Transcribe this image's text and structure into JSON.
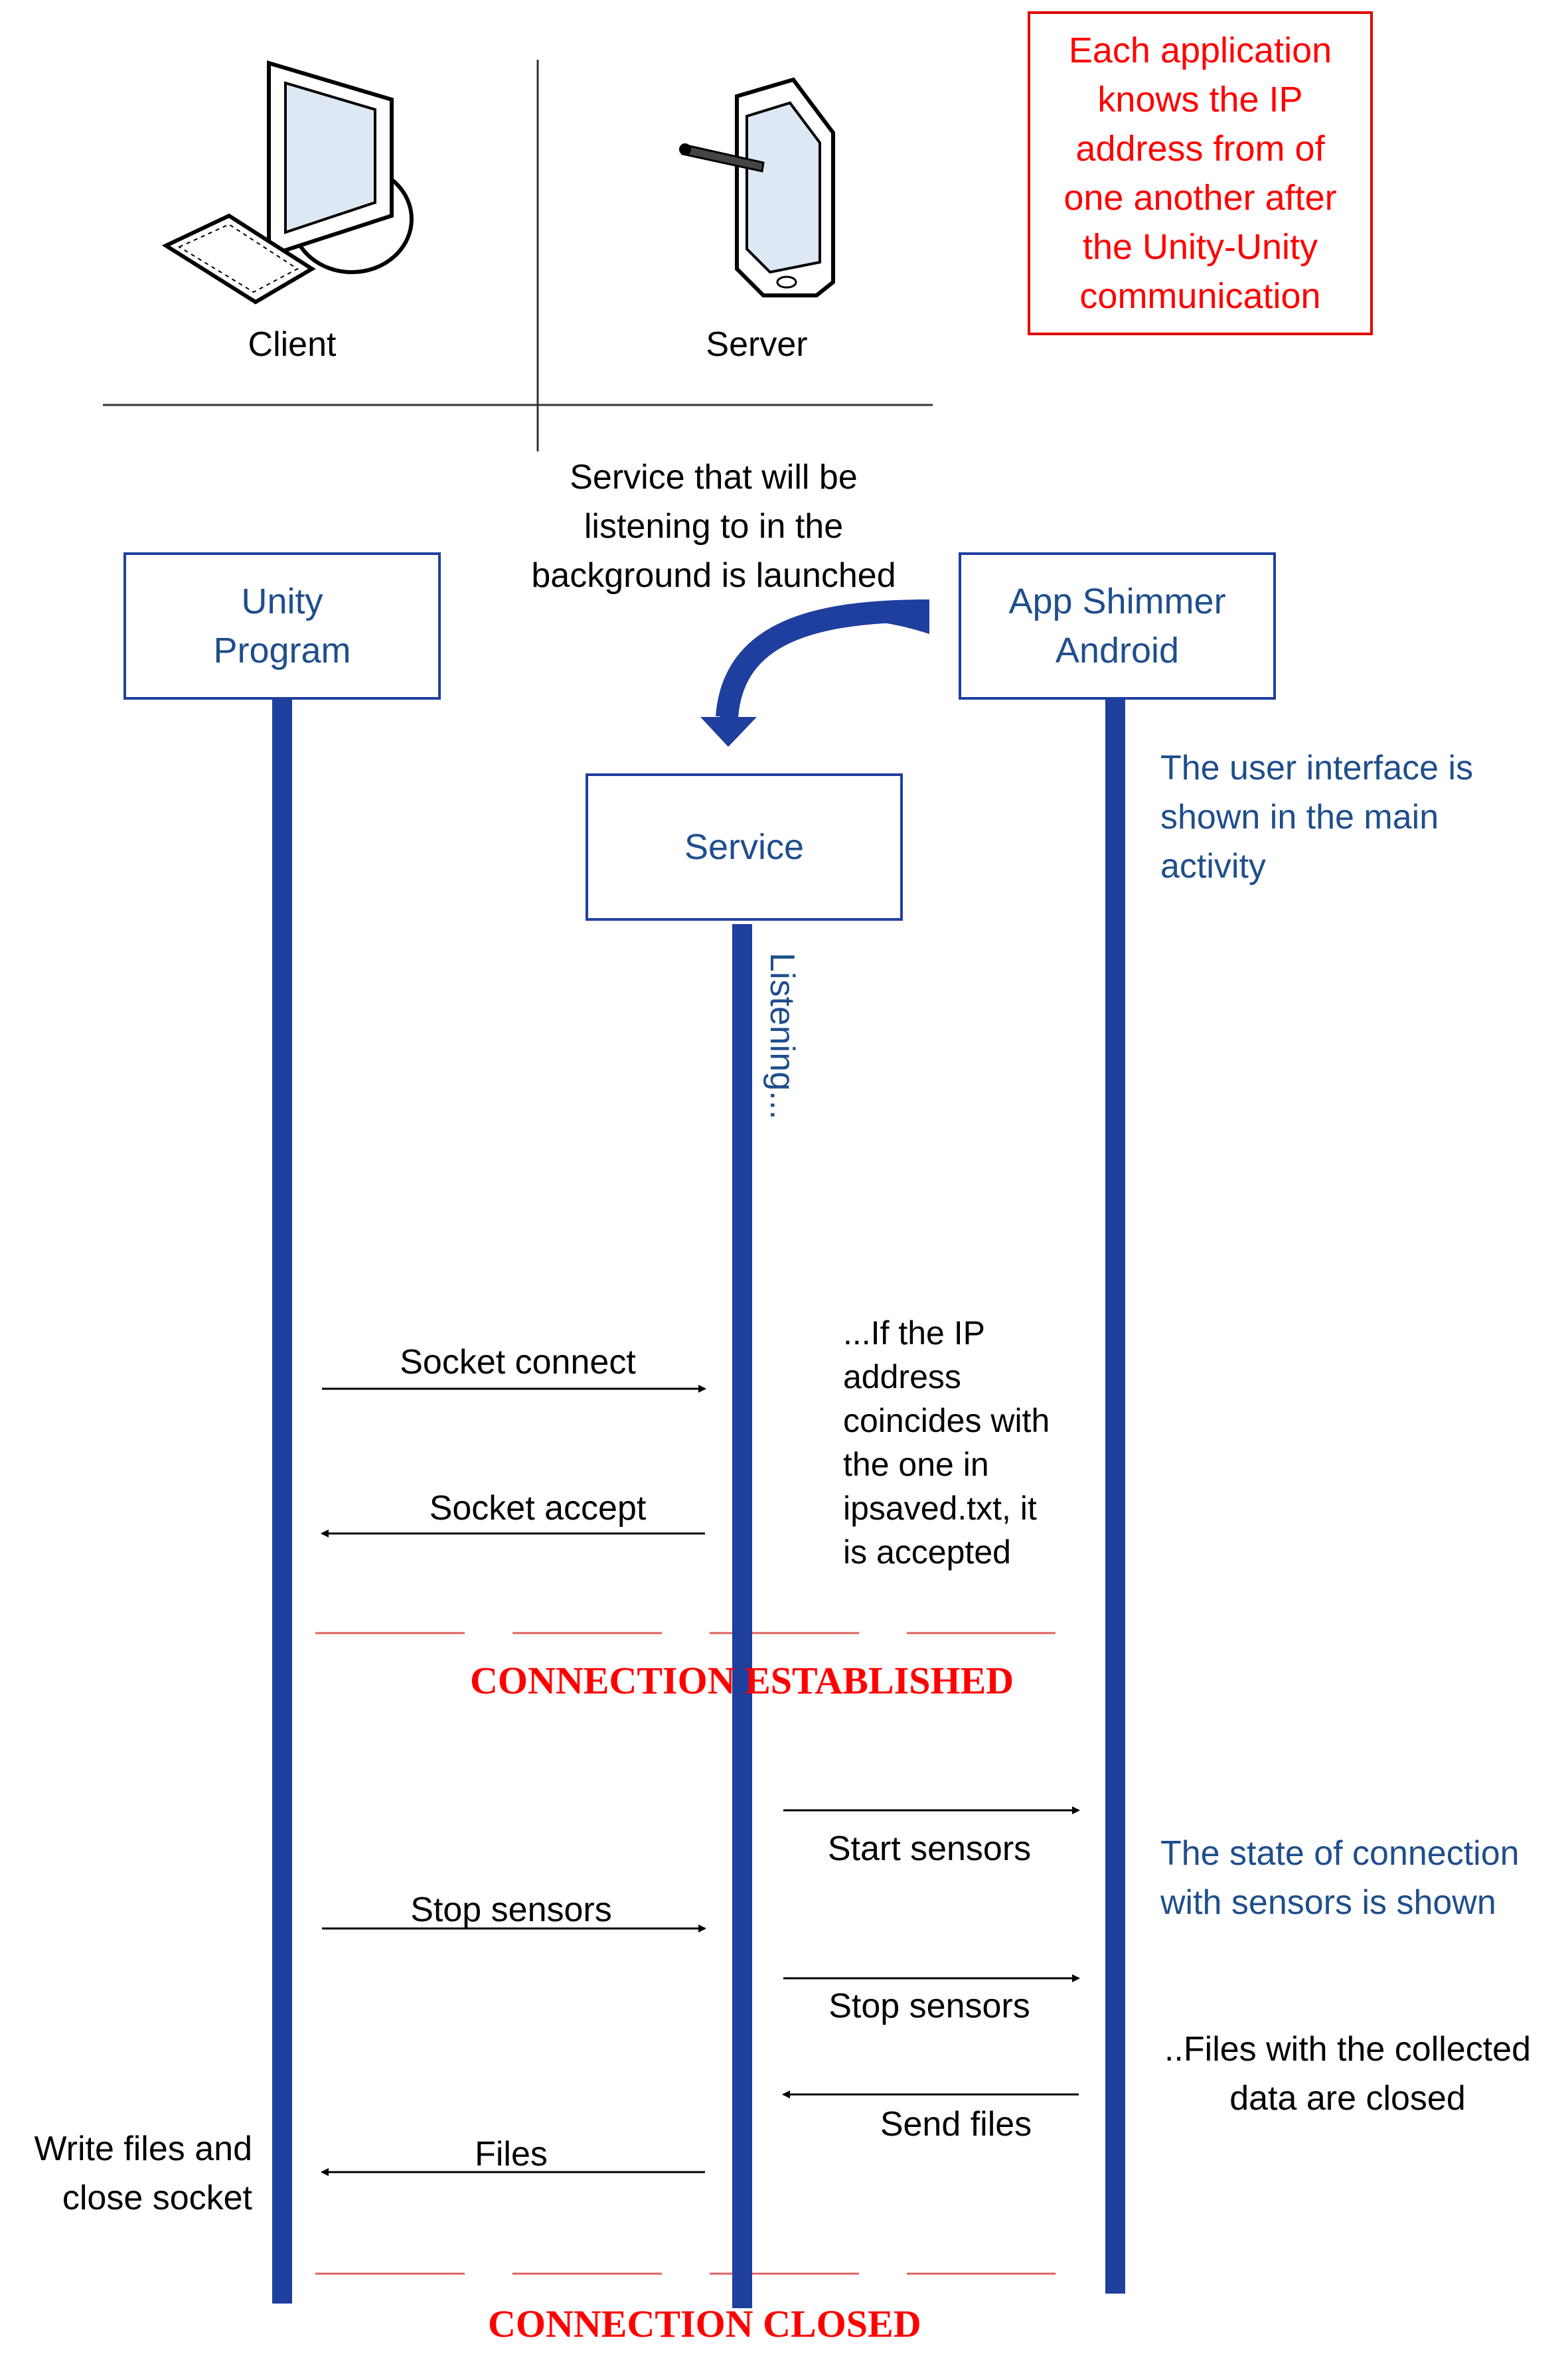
{
  "header": {
    "client_label": "Client",
    "server_label": "Server",
    "note": "Each application\nknows the IP\naddress from of\none another after\nthe Unity-Unity\ncommunication"
  },
  "launch_caption": "Service that will be\nlistening to in the\nbackground is launched",
  "participants": {
    "unity": "Unity\nProgram",
    "app": "App Shimmer\nAndroid",
    "service": "Service"
  },
  "notes": {
    "ui_main": "The user interface is\nshown in the main\nactivity",
    "listening": "Listening...",
    "ip_check": "...If the IP\naddress\ncoincides with\nthe one in\nipsaved.txt, it\nis accepted",
    "state_shown": "The state of connection\nwith sensors is shown",
    "files_closed": "..Files with the collected\ndata are closed",
    "write_close": "Write files and\nclose socket"
  },
  "messages": {
    "socket_connect": "Socket connect",
    "socket_accept": "Socket accept",
    "start_sensors": "Start sensors",
    "stop_sensors_unity": "Stop sensors",
    "stop_sensors_app": "Stop sensors",
    "send_files": "Send files",
    "files": "Files"
  },
  "banners": {
    "established": "CONNECTION ESTABLISHED",
    "closed": "CONNECTION CLOSED"
  },
  "colors": {
    "lifeline": "#1f3f9e",
    "participant_text": "#1f4e8c",
    "alert": "#ff0000"
  },
  "icons": [
    "desktop-computer-icon",
    "tablet-stylus-icon",
    "curved-arrow-icon"
  ]
}
